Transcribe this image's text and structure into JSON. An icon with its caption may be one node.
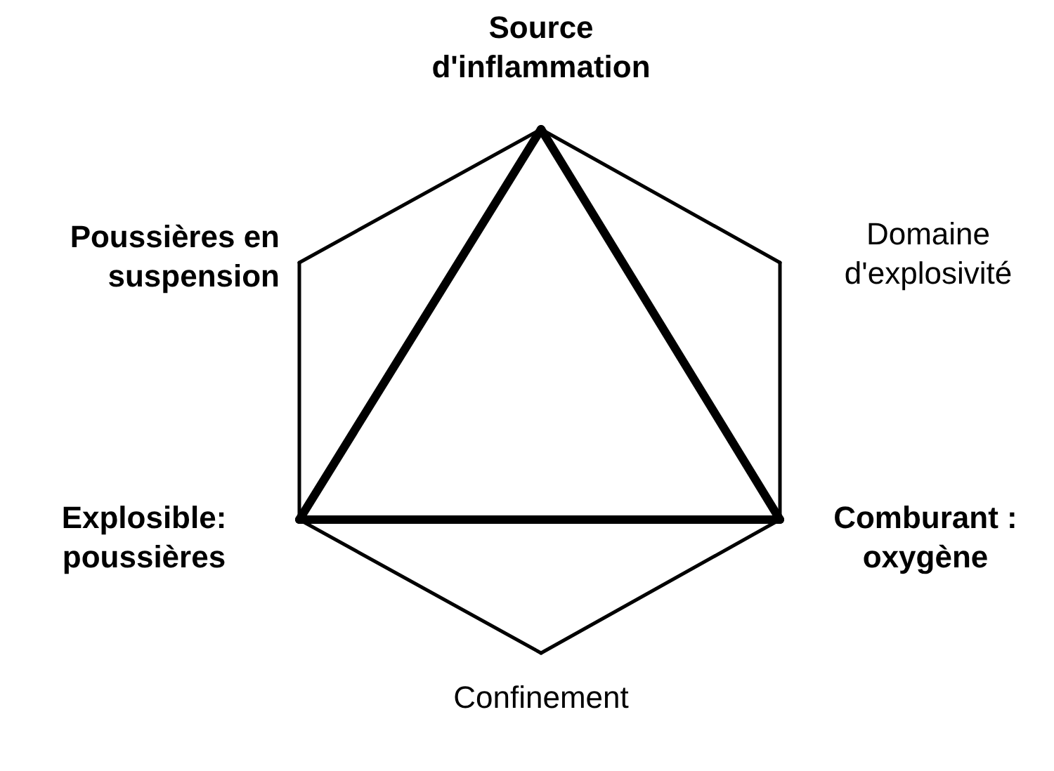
{
  "diagram": {
    "nodes": [
      {
        "text": [
          "Source d'inflammation"
        ]
      },
      {
        "text": [
          "Poussières en suspension"
        ]
      },
      {
        "text": [
          "Domaine d'explosivité"
        ]
      },
      {
        "text": [
          "Explosible: poussières"
        ]
      },
      {
        "text": [
          "Comburant : oxygène"
        ]
      },
      {
        "text": [
          "Confinement"
        ]
      }
    ],
    "edges": [
      {
        "from": 0,
        "to": 2,
        "arrow": "none"
      },
      {
        "from": 2,
        "to": 4,
        "arrow": "none"
      },
      {
        "from": 4,
        "to": 5,
        "arrow": "none"
      },
      {
        "from": 5,
        "to": 3,
        "arrow": "none"
      },
      {
        "from": 3,
        "to": 1,
        "arrow": "none"
      },
      {
        "from": 1,
        "to": 0,
        "arrow": "none"
      },
      {
        "from": 0,
        "to": 3,
        "arrow": "none",
        "style": "thick"
      },
      {
        "from": 3,
        "to": 4,
        "arrow": "none",
        "style": "thick"
      },
      {
        "from": 4,
        "to": 0,
        "arrow": "none",
        "style": "thick"
      }
    ]
  }
}
